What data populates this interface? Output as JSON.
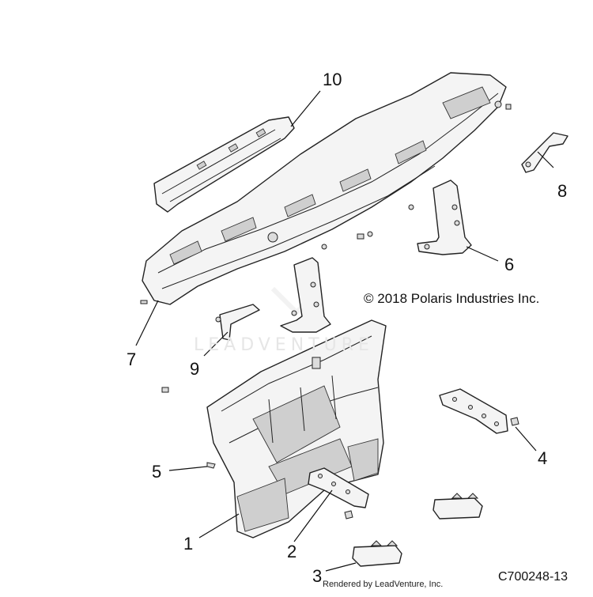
{
  "callouts": [
    {
      "id": "1",
      "label": "1"
    },
    {
      "id": "2",
      "label": "2"
    },
    {
      "id": "3",
      "label": "3"
    },
    {
      "id": "4",
      "label": "4"
    },
    {
      "id": "5",
      "label": "5"
    },
    {
      "id": "6",
      "label": "6"
    },
    {
      "id": "7",
      "label": "7"
    },
    {
      "id": "8",
      "label": "8"
    },
    {
      "id": "9",
      "label": "9"
    },
    {
      "id": "10",
      "label": "10"
    }
  ],
  "copyright": "© 2018 Polaris Industries Inc.",
  "diagram_code": "C700248-13",
  "rendered_by": "Rendered by LeadVenture, Inc.",
  "watermark": "LEADVENTURE"
}
